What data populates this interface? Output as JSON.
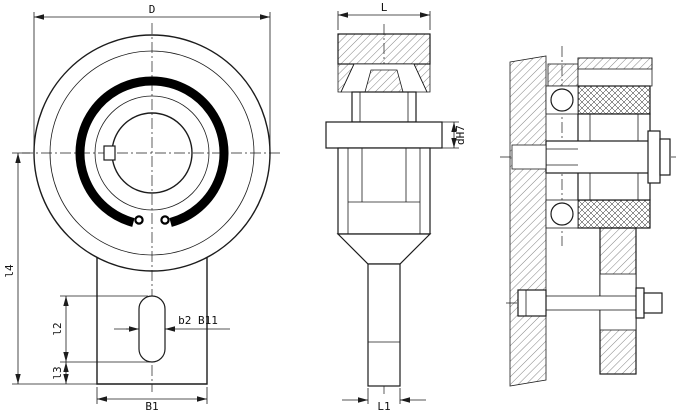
{
  "drawing": {
    "background": "#ffffff",
    "line_color": "#1c1c1c",
    "labels": {
      "outer_diameter": "D",
      "overall_width": "L",
      "center_height": "l4",
      "slot_length": "l2",
      "slot_end_distance": "l3",
      "bracket_width": "B1",
      "slot_width": "b2 B11",
      "arm_thickness": "L1",
      "pilot_diameter": "dH7"
    }
  }
}
